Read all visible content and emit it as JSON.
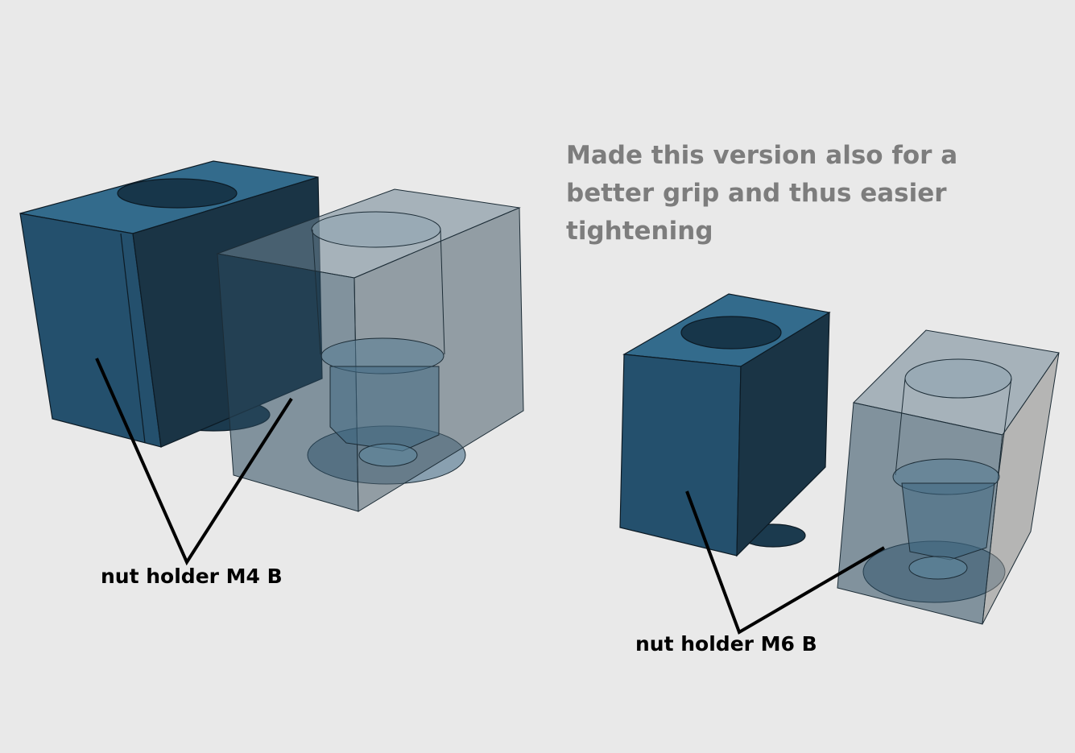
{
  "annotation": {
    "note": "Made this version also for a better grip and thus easier tightening"
  },
  "labels": {
    "m4": "nut holder M4 B",
    "m6": "nut holder M6 B"
  },
  "colors": {
    "background": "#e9e9e9",
    "solid_part": "#24526e",
    "transparent_part": "#3d5d73",
    "note_text": "#7d7d7d"
  }
}
